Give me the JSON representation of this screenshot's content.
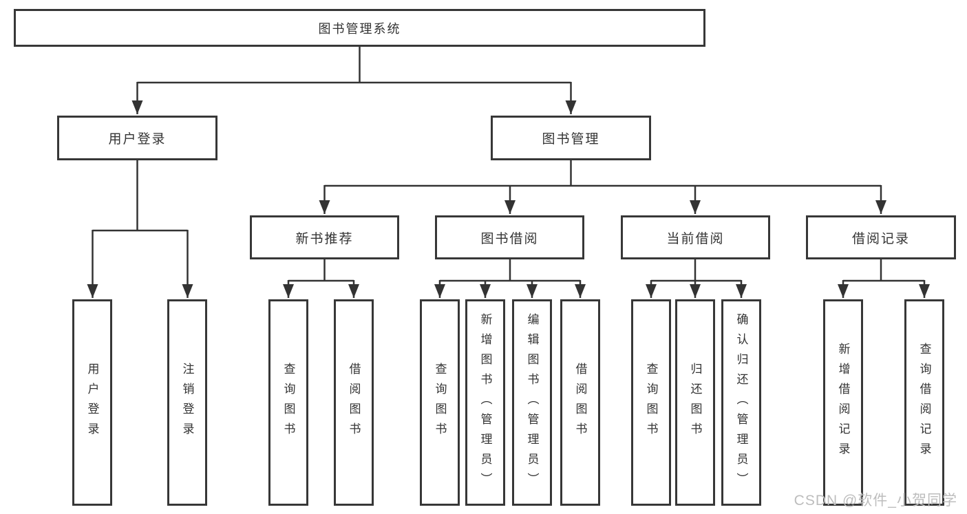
{
  "diagram": {
    "root": "图书管理系统",
    "level2": [
      "用户登录",
      "图书管理"
    ],
    "level3": [
      "新书推荐",
      "图书借阅",
      "当前借阅",
      "借阅记录"
    ],
    "leaves": {
      "user_login": [
        "用户登录",
        "注销登录"
      ],
      "new_book_recommend": [
        "查询图书",
        "借阅图书"
      ],
      "book_borrowing": [
        "查询图书",
        "新增图书（管理员）",
        "编辑图书（管理员）",
        "借阅图书"
      ],
      "current_borrowing": [
        "查询图书",
        "归还图书",
        "确认归还（管理员）"
      ],
      "borrowing_records": [
        "新增借阅记录",
        "查询借阅记录"
      ]
    }
  },
  "watermark": {
    "text": "CSDN @软件_小贺同学",
    "color": "#bdbdbd"
  },
  "colors": {
    "line": "#333333",
    "box_border": "#373737",
    "text": "#333333",
    "background": "#ffffff"
  }
}
